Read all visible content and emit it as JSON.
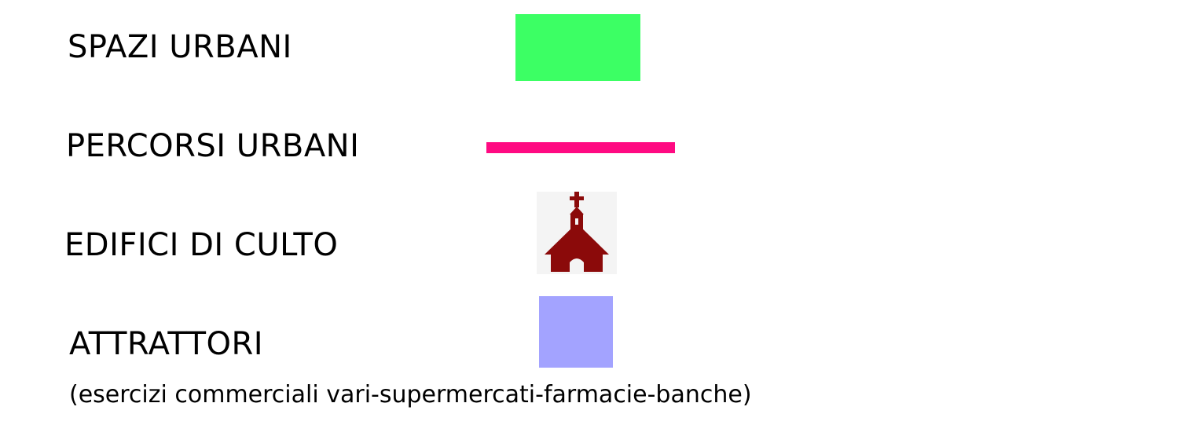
{
  "legend": {
    "items": [
      {
        "label": "SPAZI URBANI",
        "symbol": "green-area-swatch",
        "color": "#3cff64"
      },
      {
        "label": "PERCORSI URBANI",
        "symbol": "pink-line-swatch",
        "color": "#ff0a82"
      },
      {
        "label": "EDIFICI DI CULTO",
        "symbol": "church-icon",
        "color": "#8b0a0a"
      },
      {
        "label": "ATTRATTORI",
        "note": "(esercizi commerciali vari-supermercati-farmacie-banche)",
        "symbol": "lavender-square-swatch",
        "color": "#a3a3ff"
      }
    ]
  }
}
